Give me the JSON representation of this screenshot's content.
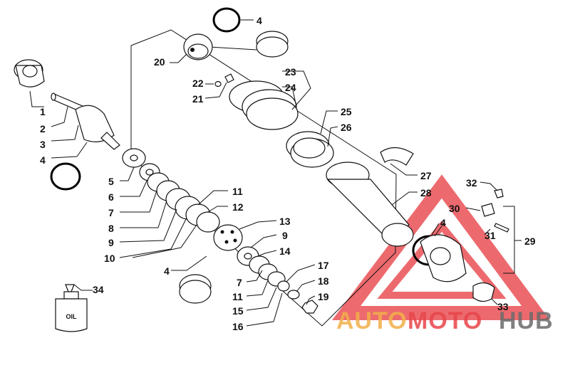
{
  "labels": {
    "p1": "1",
    "p2": "2",
    "p3": "3",
    "p4a": "4",
    "p4b": "4",
    "p4c": "4",
    "p4d": "4",
    "p5": "5",
    "p6": "6",
    "p7a": "7",
    "p7b": "7",
    "p8": "8",
    "p9a": "9",
    "p9b": "9",
    "p10": "10",
    "p11a": "11",
    "p11b": "11",
    "p12": "12",
    "p13": "13",
    "p14": "14",
    "p15": "15",
    "p16": "16",
    "p17": "17",
    "p18": "18",
    "p19": "19",
    "p20": "20",
    "p21": "21",
    "p22": "22",
    "p23": "23",
    "p24": "24",
    "p25": "25",
    "p26": "26",
    "p27": "27",
    "p28": "28",
    "p29": "29",
    "p30": "30",
    "p31": "31",
    "p32": "32",
    "p33": "33",
    "p34": "34"
  },
  "bottle_text": "OIL",
  "watermark": {
    "part1": "AUTO",
    "part2": "MOTO",
    "part3": "HUB"
  },
  "colors": {
    "line": "#111111",
    "watermark_red": "#e8454a",
    "watermark_orange": "#f2b04a",
    "watermark_gray": "#6b6b6b"
  }
}
